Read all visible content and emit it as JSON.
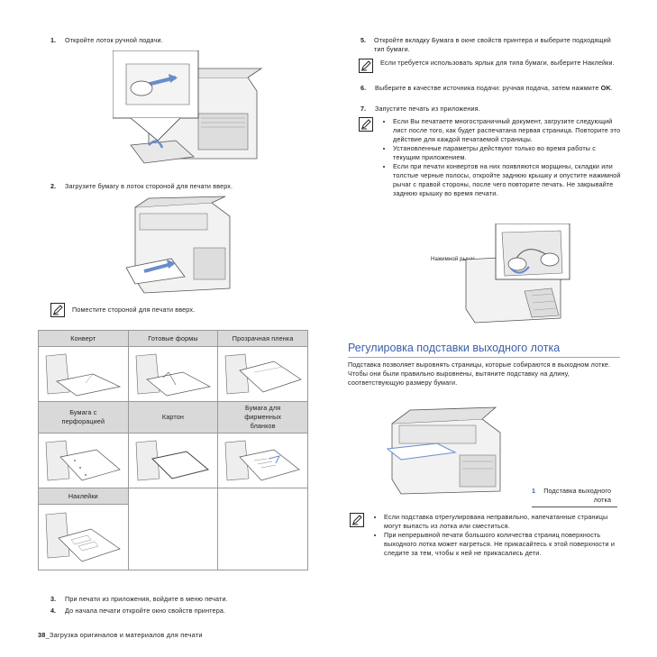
{
  "left": {
    "step1": {
      "num": "1.",
      "text": "Откройте лоток ручной подачи."
    },
    "step2": {
      "num": "2.",
      "text": "Загрузите бумагу в лоток стороной для печати вверх."
    },
    "note": "Поместите стороной для печати вверх.",
    "table": {
      "row1": [
        "Конверт",
        "Готовые формы",
        "Прозрачная пленка"
      ],
      "row2": [
        "Бумага с перфорацией",
        "Картон",
        "Бумага для фирменных бланков"
      ],
      "row3": [
        "Наклейки"
      ]
    },
    "step3": {
      "num": "3.",
      "text": "При печати из приложения, войдите в меню печати."
    },
    "step4": {
      "num": "4.",
      "text": "До начала печати откройте окно свойств принтера."
    }
  },
  "right": {
    "step5": {
      "num": "5.",
      "text": "Откройте вкладку Бумага в окне свойств принтера и выберите подходящий тип бумаги."
    },
    "note1": "Если требуется использовать ярлык для типа бумаги, выберите Наклейки.",
    "step6": {
      "num": "6.",
      "text_a": "Выберите в качестве источника подачи: ручная подача, затем нажмите ",
      "text_b": "OK",
      "text_c": "."
    },
    "step7": {
      "num": "7.",
      "text": "Запустите печать из приложения."
    },
    "note2_bullets": [
      "Если Вы печатаете многостраничный документ, загрузите следующий лист после того, как будет распечатана первая страница. Повторите это действие для каждой печатаемой страницы.",
      "Установленные параметры действуют только во время работы с текущим приложением.",
      "Если при печати конвертов на них появляются морщины, складки или толстые черные полосы, откройте заднюю крышку и опустите нажимной рычаг с правой стороны, после чего повторите печать. Не закрывайте заднюю крышку во время печати."
    ],
    "lever_label": "Нажимной рычаг",
    "section_title": "Регулировка подставки выходного лотка",
    "section_body": "Подставка позволяет выровнять страницы, которые собираются в выходном лотке. Чтобы они были правильно выровнены, вытяните подставку на длину, соответствующую размеру бумаги.",
    "callout_num": "1",
    "callout_text": "Подставка выходного лотка",
    "note3_bullets": [
      "Если подставка отрегулирована неправильно, напечатанные страницы могут выпасть из лотка или сместиться.",
      "При непрерывной печати большого количества страниц поверхность выходного лотка может нагреться. Не прикасайтесь к этой поверхности и следите за тем, чтобы к ней не прикасались дети."
    ]
  },
  "footer": {
    "page": "38",
    "title": "_Загрузка оригиналов и материалов для печати"
  },
  "colors": {
    "accent": "#3b5fa8",
    "table_header": "#d9d9d9"
  }
}
